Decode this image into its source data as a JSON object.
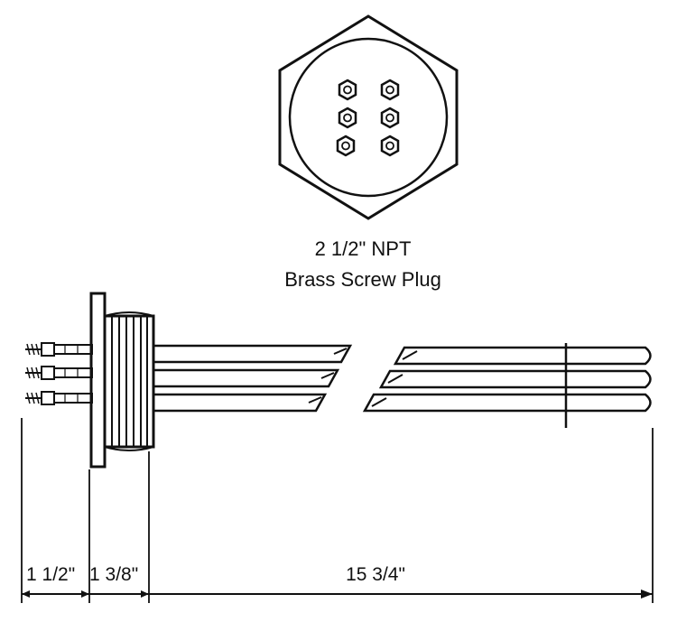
{
  "caption": {
    "line1": "2 1/2\" NPT",
    "line2": "Brass Screw Plug"
  },
  "dimensions": [
    {
      "id": "terminal-length",
      "label": "1 1/2\""
    },
    {
      "id": "plug-length",
      "label": "1 3/8\""
    },
    {
      "id": "element-length",
      "label": "15 3/4\""
    }
  ],
  "colors": {
    "ink": "#111111",
    "background": "#ffffff"
  }
}
